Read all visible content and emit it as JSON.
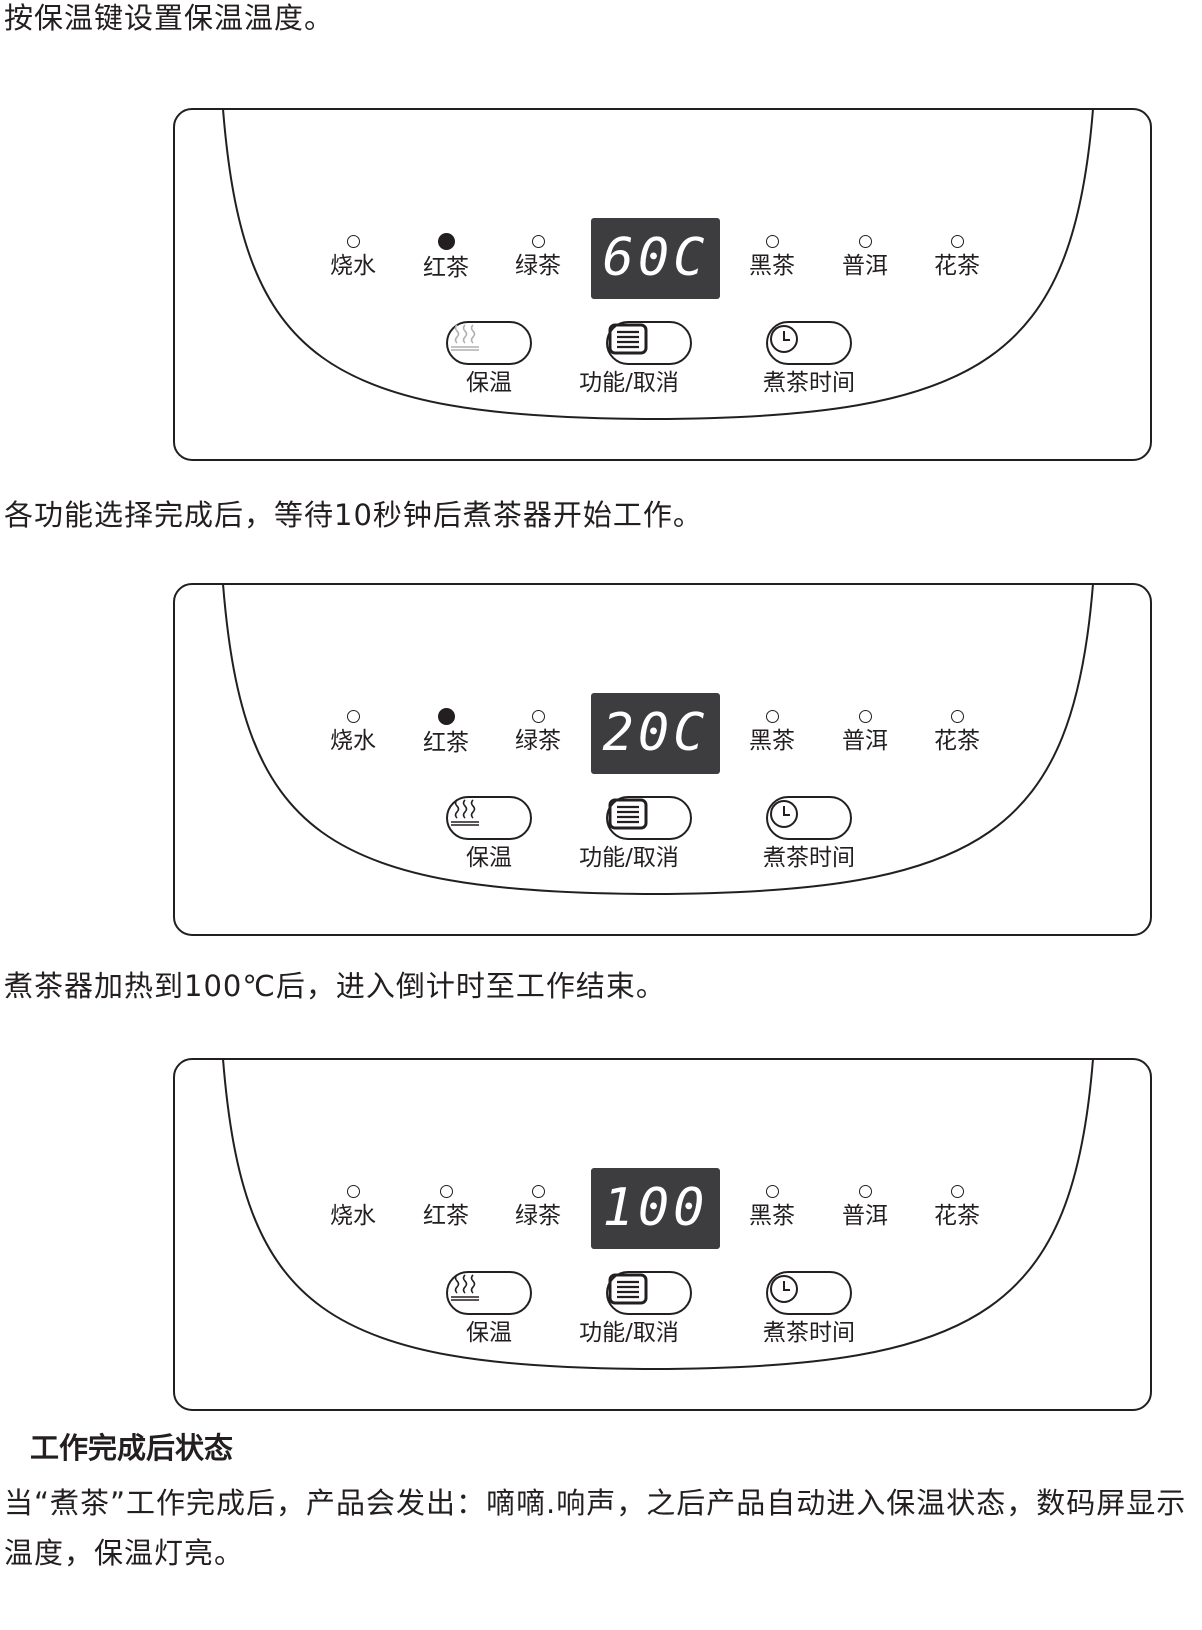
{
  "captions": {
    "c1": "按保温键设置保温温度。",
    "c2": "各功能选择完成后，等待10秒钟后煮茶器开始工作。",
    "c3": "煮茶器加热到100℃后，进入倒计时至工作结束。"
  },
  "indicators": {
    "boil_water": "烧水",
    "black_tea": "红茶",
    "green_tea": "绿茶",
    "dark_tea": "黑茶",
    "puer": "普洱",
    "flower_tea": "花茶"
  },
  "buttons": {
    "keep_warm": "保温",
    "function_cancel": "功能/取消",
    "brew_time": "煮茶时间"
  },
  "panels": [
    {
      "display": "60C",
      "active_indicator": "black_tea",
      "keep_warm_icon_dim": true
    },
    {
      "display": "20C",
      "active_indicator": "black_tea",
      "keep_warm_icon_dim": false
    },
    {
      "display": "100",
      "active_indicator": "",
      "keep_warm_icon_dim": false
    }
  ],
  "section": {
    "heading": "工作完成后状态",
    "body": "当“煮茶”工作完成后，产品会发出：嘀嘀.响声，之后产品自动进入保温状态，数码屏显示温度，保温灯亮。"
  },
  "colors": {
    "ink": "#231f20",
    "display_bg": "#3d3d3f",
    "dim_icon": "#b0b0b0"
  }
}
